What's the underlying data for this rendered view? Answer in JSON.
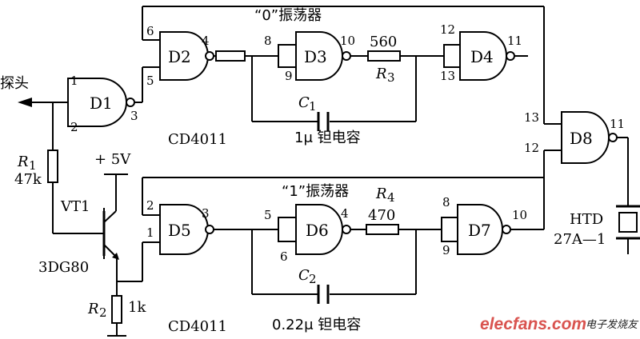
{
  "labels": {
    "probe": "探头",
    "osc0_title": "“0”振荡器",
    "osc1_title": "“1”振荡器",
    "ic1": "CD4011",
    "ic2": "CD4011",
    "vcc": "+ 5V",
    "vt1": "VT1",
    "vt1_part": "3DG80",
    "r1_name": "R",
    "r1_sub": "1",
    "r1_value": "47k",
    "r2_name": "R",
    "r2_sub": "2",
    "r2_value": "1k",
    "r3_name": "R",
    "r3_sub": "3",
    "r3_value": "560",
    "r4_name": "R",
    "r4_sub": "4",
    "r4_value": "470",
    "c1_name": "C",
    "c1_sub": "1",
    "c1_value": "1μ 钽电容",
    "c2_name": "C",
    "c2_sub": "2",
    "c2_value": "0.22μ 钽电容",
    "htd_line1": "HTD",
    "htd_line2": "27A—1",
    "watermark_site": "elecfans.com",
    "watermark_cn": "电子发烧友"
  },
  "gates": {
    "d1": "D1",
    "d2": "D2",
    "d3": "D3",
    "d4": "D4",
    "d5": "D5",
    "d6": "D6",
    "d7": "D7",
    "d8": "D8"
  },
  "pins": {
    "d1_in1": "1",
    "d1_in2": "2",
    "d1_out": "3",
    "d2_in_a": "6",
    "d2_in_b": "5",
    "d2_out": "4",
    "d3_in_a": "8",
    "d3_in_b": "9",
    "d3_out": "10",
    "d4_in_a": "12",
    "d4_in_b": "13",
    "d4_out": "11",
    "d5_in_a": "2",
    "d5_in_b": "1",
    "d5_out": "3",
    "d6_in_a": "5",
    "d6_in_b": "6",
    "d6_out": "4",
    "d7_in_a": "8",
    "d7_in_b": "9",
    "d7_out": "10",
    "d8_in_a": "13",
    "d8_in_b": "12",
    "d8_out": "11"
  }
}
